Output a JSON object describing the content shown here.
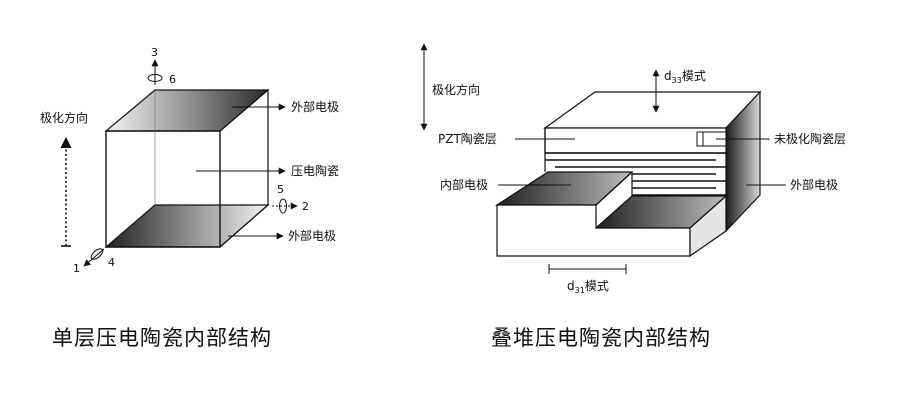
{
  "left_diagram": {
    "caption": "单层压电陶瓷内部结构",
    "polarization_label": "极化方向",
    "outer_electrode_top": "外部电极",
    "piezo_ceramic": "压电陶瓷",
    "outer_electrode_bottom": "外部电极",
    "axis_3": "3",
    "axis_6": "6",
    "axis_5": "5",
    "axis_2": "2",
    "axis_1": "1",
    "axis_4": "4"
  },
  "right_diagram": {
    "caption": "叠堆压电陶瓷内部结构",
    "polarization_label": "极化方向",
    "pzt_layer": "PZT陶瓷层",
    "inner_electrode": "内部电极",
    "unpolarized_layer": "未极化陶瓷层",
    "outer_electrode": "外部电极",
    "d33_mode": {
      "d": "d",
      "sub": "33",
      "suffix": "模式"
    },
    "d31_mode": {
      "d": "d",
      "sub": "31",
      "suffix": "模式"
    }
  }
}
